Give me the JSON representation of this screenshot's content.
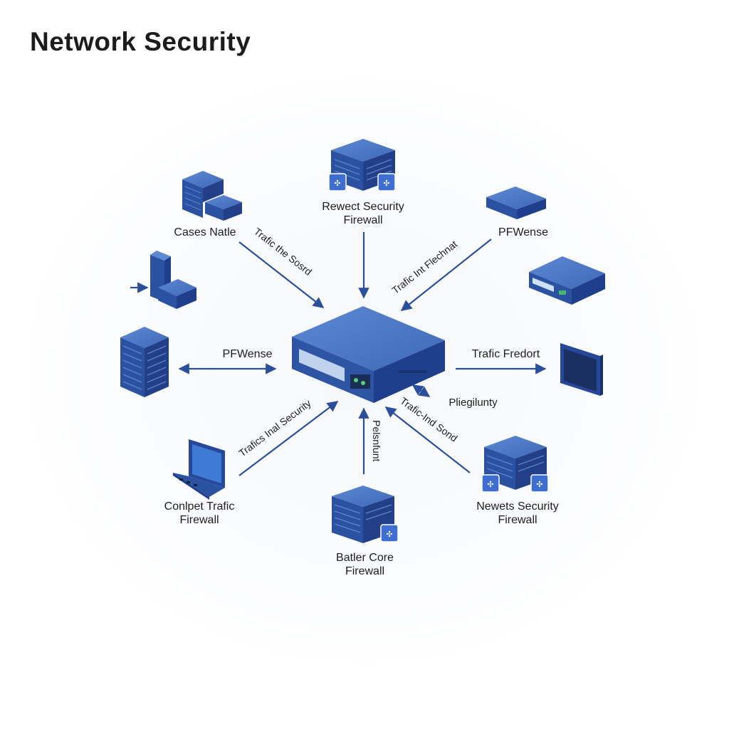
{
  "title": "Network Security",
  "nodes": {
    "top": {
      "line1": "Rewect Security",
      "line2": "Firewall"
    },
    "top_left": {
      "label": "Cases Natle"
    },
    "top_right": {
      "label": "PFWense"
    },
    "bottom_left": {
      "line1": "Conlpet Trafic",
      "line2": "Firewall"
    },
    "bottom": {
      "line1": "Batler Core",
      "line2": "Firewall"
    },
    "bottom_right": {
      "line1": "Newets Security",
      "line2": "Firewall"
    }
  },
  "edges": {
    "top_left": "Trafic the Sosrd",
    "top_right": "Trafic Int Flechnat",
    "left": "PFWense",
    "right": "Trafic Fredort",
    "bottom_left": "Trafics Inal Security",
    "bottom": "Pelsnfunt",
    "bottom_right": "Trafic-Ind Sond",
    "small_right": "Pliegilunty"
  },
  "colors": {
    "device_top": "#4a76c2",
    "device_side": "#27489a",
    "device_dark": "#1f3f8c",
    "arrow": "#2c4f9c"
  }
}
